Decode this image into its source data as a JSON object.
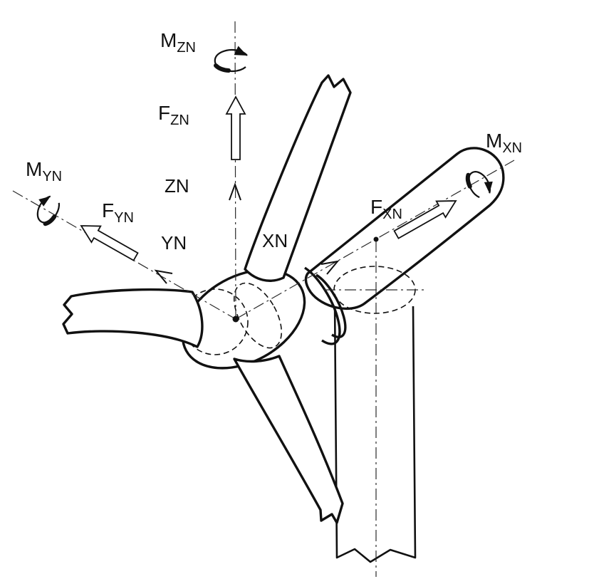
{
  "diagram": {
    "type": "wind-turbine-nacelle-load-coordinate-system",
    "colors": {
      "line": "#111111",
      "axis_line": "#2a2a2a",
      "background": "#ffffff"
    },
    "labels": {
      "m_zn": {
        "main": "M",
        "sub": "ZN"
      },
      "f_zn": {
        "main": "F",
        "sub": "ZN"
      },
      "zn": "ZN",
      "m_yn": {
        "main": "M",
        "sub": "YN"
      },
      "f_yn": {
        "main": "F",
        "sub": "YN"
      },
      "yn": "YN",
      "xn": "XN",
      "f_xn": {
        "main": "F",
        "sub": "XN"
      },
      "m_xn": {
        "main": "M",
        "sub": "XN"
      }
    }
  }
}
